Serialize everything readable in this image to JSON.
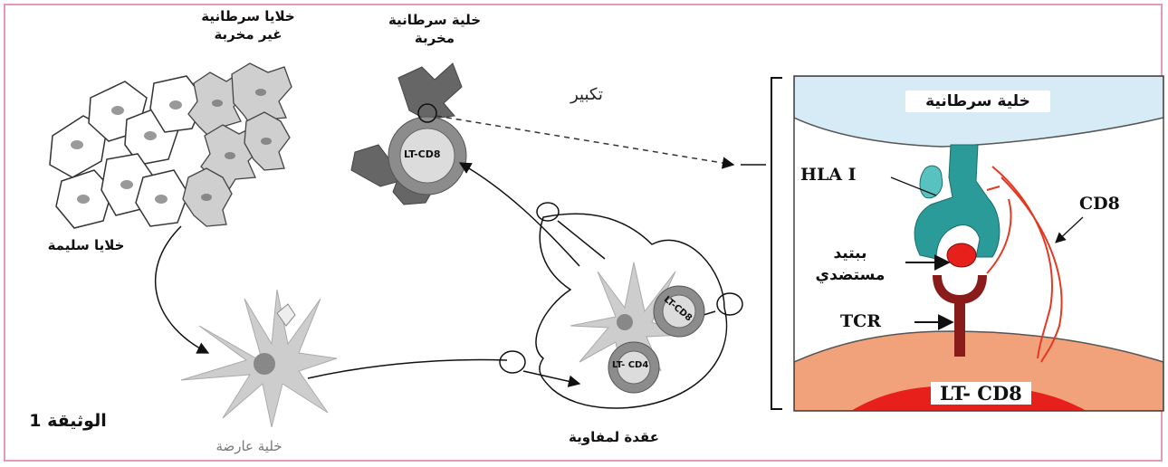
{
  "labels": {
    "non_destroyed_cancer_cells": [
      "خلايا سرطانية",
      "غير مخربة"
    ],
    "destroyed_cancer_cell": [
      "خلية سرطانية",
      "مخربة"
    ],
    "magnification": "تكبير",
    "healthy_cells": "خلايا سليمة",
    "presenting_cell": "خلية عارضة",
    "lymph_node": "عقدة لمفاوية",
    "document": "الوثيقة 1",
    "lt_cd8": "LT-CD8",
    "lt_cd4": "LT- CD4"
  },
  "zoom_panel": {
    "cancer_cell": "خلية سرطانية",
    "hla": "HLA  I",
    "cd8": "CD8",
    "peptide": [
      "ببتيد",
      "مستضدي"
    ],
    "tcr": "TCR",
    "lt_cd8": "LT- CD8"
  },
  "colors": {
    "frame_border": "#e79ab8",
    "panel_top": "#d6ebf5",
    "panel_membrane": "#f2a27a",
    "panel_cell": "#e8201c",
    "hla": "#2a9b98",
    "tcr": "#8a1b1b",
    "cd8": "#e23a22"
  }
}
